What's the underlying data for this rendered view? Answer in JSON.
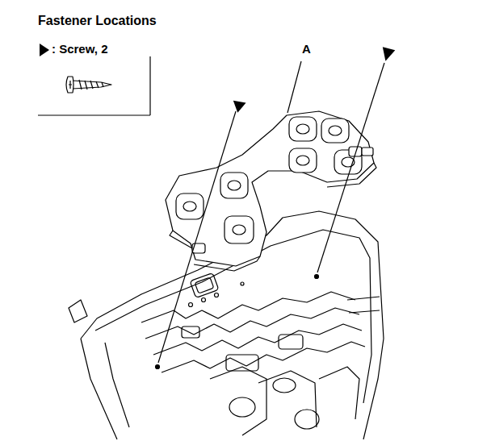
{
  "diagram": {
    "title": "Fastener Locations",
    "labels": [
      "A"
    ],
    "legend": [
      {
        "text": ": Screw, 2"
      }
    ]
  }
}
